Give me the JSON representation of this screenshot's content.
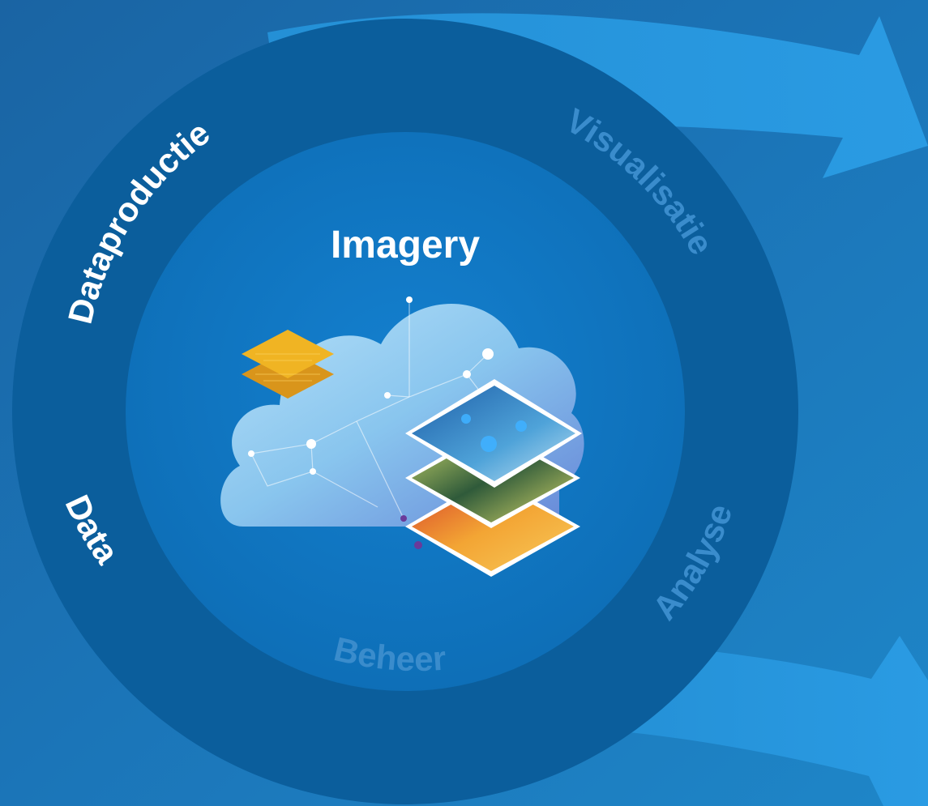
{
  "center": {
    "title": "Imagery",
    "icon": "cloud-with-imagery-layers-icon"
  },
  "ring_labels": {
    "dataproductie": "Dataproductie",
    "visualisatie": "Visualisatie",
    "analyse": "Analyse",
    "beheer": "Beheer",
    "data": "Data"
  },
  "colors": {
    "background": "#1b6fae",
    "outer_ring": "#0b5e9c",
    "inner_disc": "#0f75c3",
    "arrow": "#2193dc",
    "label_active": "#ffffff",
    "label_inactive": "#3a8ccc",
    "layer_gold": "#f0b423"
  }
}
